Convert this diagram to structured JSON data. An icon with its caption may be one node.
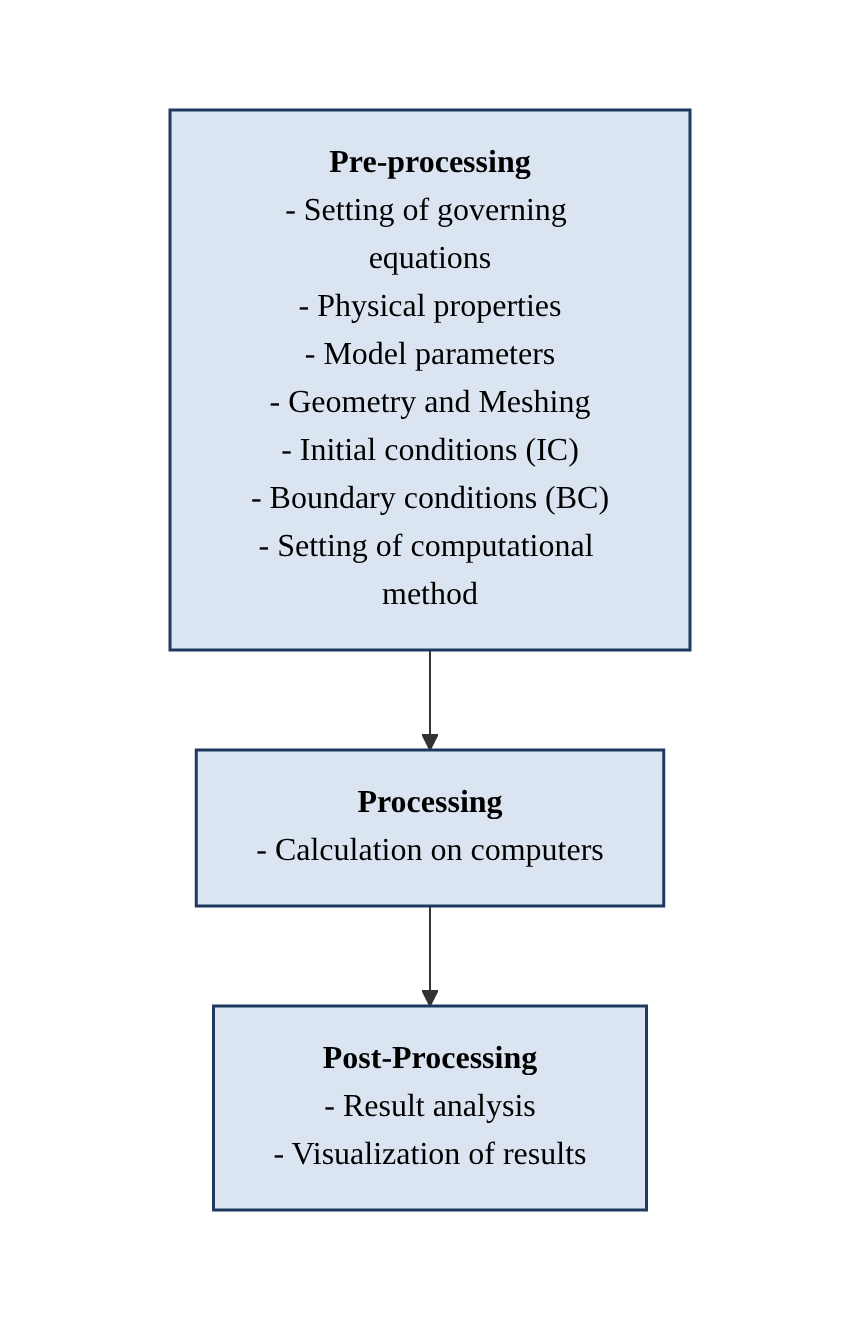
{
  "diagram": {
    "nodes": [
      {
        "text": [
          "Pre-processing",
          "- Setting of governing equations",
          "- Physical properties",
          "- Model parameters",
          "- Geometry and Meshing",
          "- Initial conditions (IC)",
          "- Boundary conditions (BC)",
          "- Setting of computational method"
        ]
      },
      {
        "text": [
          "Processing",
          "- Calculation on computers"
        ]
      },
      {
        "text": [
          "Post-Processing",
          "- Result analysis",
          "- Visualization of results"
        ]
      }
    ],
    "edges": [
      {
        "from": 0,
        "to": 1,
        "arrow": "to"
      },
      {
        "from": 1,
        "to": 2,
        "arrow": "to"
      }
    ]
  }
}
